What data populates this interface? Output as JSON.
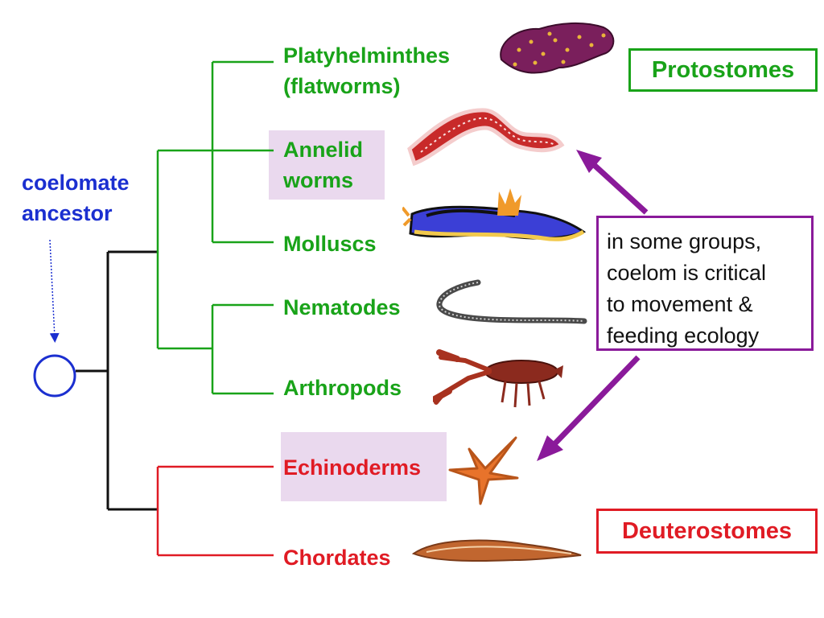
{
  "ancestor": {
    "line1": "coelomate",
    "line2": "ancestor"
  },
  "taxa": {
    "platyhelminthes": {
      "line1": "Platyhelminthes",
      "line2": "(flatworms)"
    },
    "annelid": {
      "line1": "Annelid",
      "line2": "worms"
    },
    "molluscs": "Molluscs",
    "nematodes": "Nematodes",
    "arthropods": "Arthropods",
    "echinoderms": "Echinoderms",
    "chordates": "Chordates"
  },
  "groups": {
    "protostomes": "Protostomes",
    "deuterostomes": "Deuterostomes"
  },
  "note": {
    "line1": "in some groups,",
    "line2": "coelom is critical",
    "line3": "to movement &",
    "line4": "feeding ecology"
  },
  "colors": {
    "protostome": "#19a319",
    "deuterostome": "#e01b24",
    "ancestor": "#1b2fd0",
    "note_border": "#8a1a9a",
    "highlight": "#ead9ee"
  },
  "icons": [
    "flatworm-icon",
    "annelid-worm-icon",
    "mollusc-nudibranch-icon",
    "nematode-icon",
    "crayfish-icon",
    "starfish-icon",
    "chordate-lancelet-icon"
  ]
}
